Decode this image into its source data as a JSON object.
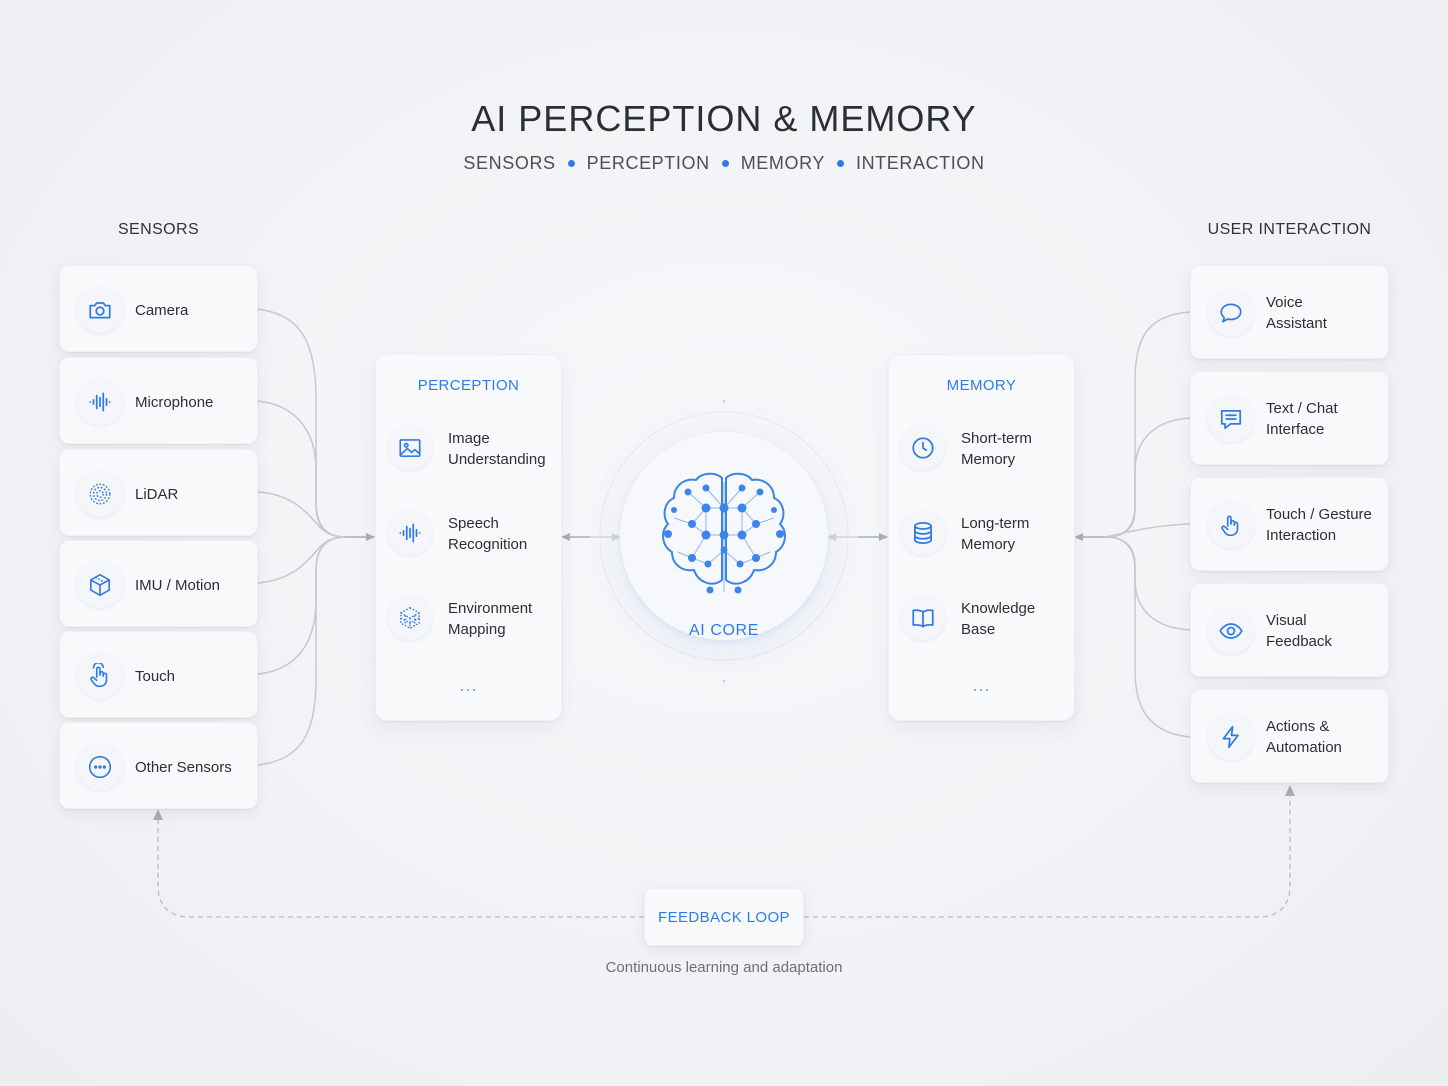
{
  "title": "AI PERCEPTION & MEMORY",
  "subtitle": [
    "SENSORS",
    "PERCEPTION",
    "MEMORY",
    "INTERACTION"
  ],
  "accent_color": "#2f7be6",
  "sensors": {
    "heading": "SENSORS",
    "items": [
      {
        "label": "Camera",
        "icon": "camera-icon"
      },
      {
        "label": "Microphone",
        "icon": "sound-wave-icon"
      },
      {
        "label": "LiDAR",
        "icon": "lidar-icon"
      },
      {
        "label": "IMU / Motion",
        "icon": "cube-icon"
      },
      {
        "label": "Touch",
        "icon": "hand-pointer-icon"
      },
      {
        "label": "Other Sensors",
        "icon": "more-circle-icon"
      }
    ]
  },
  "perception": {
    "title": "PERCEPTION",
    "items": [
      {
        "line1": "Image",
        "line2": "Understanding",
        "icon": "image-icon"
      },
      {
        "line1": "Speech",
        "line2": "Recognition",
        "icon": "sound-wave-icon"
      },
      {
        "line1": "Environment",
        "line2": "Mapping",
        "icon": "point-cloud-icon"
      }
    ],
    "more": "..."
  },
  "core": {
    "label": "AI CORE",
    "icon": "brain-network-icon"
  },
  "memory": {
    "title": "MEMORY",
    "items": [
      {
        "line1": "Short-term",
        "line2": "Memory",
        "icon": "clock-icon"
      },
      {
        "line1": "Long-term",
        "line2": "Memory",
        "icon": "database-icon"
      },
      {
        "line1": "Knowledge",
        "line2": "Base",
        "icon": "book-icon"
      }
    ],
    "more": "..."
  },
  "user_interaction": {
    "heading": "USER INTERACTION",
    "items": [
      {
        "line1": "Voice",
        "line2": "Assistant",
        "icon": "chat-bubble-icon"
      },
      {
        "line1": "Text / Chat",
        "line2": "Interface",
        "icon": "message-lines-icon"
      },
      {
        "line1": "Touch / Gesture",
        "line2": "Interaction",
        "icon": "hand-pointer-icon"
      },
      {
        "line1": "Visual",
        "line2": "Feedback",
        "icon": "eye-icon"
      },
      {
        "line1": "Actions &",
        "line2": "Automation",
        "icon": "lightning-icon"
      }
    ]
  },
  "feedback": {
    "label": "FEEDBACK LOOP",
    "caption": "Continuous learning and adaptation"
  }
}
